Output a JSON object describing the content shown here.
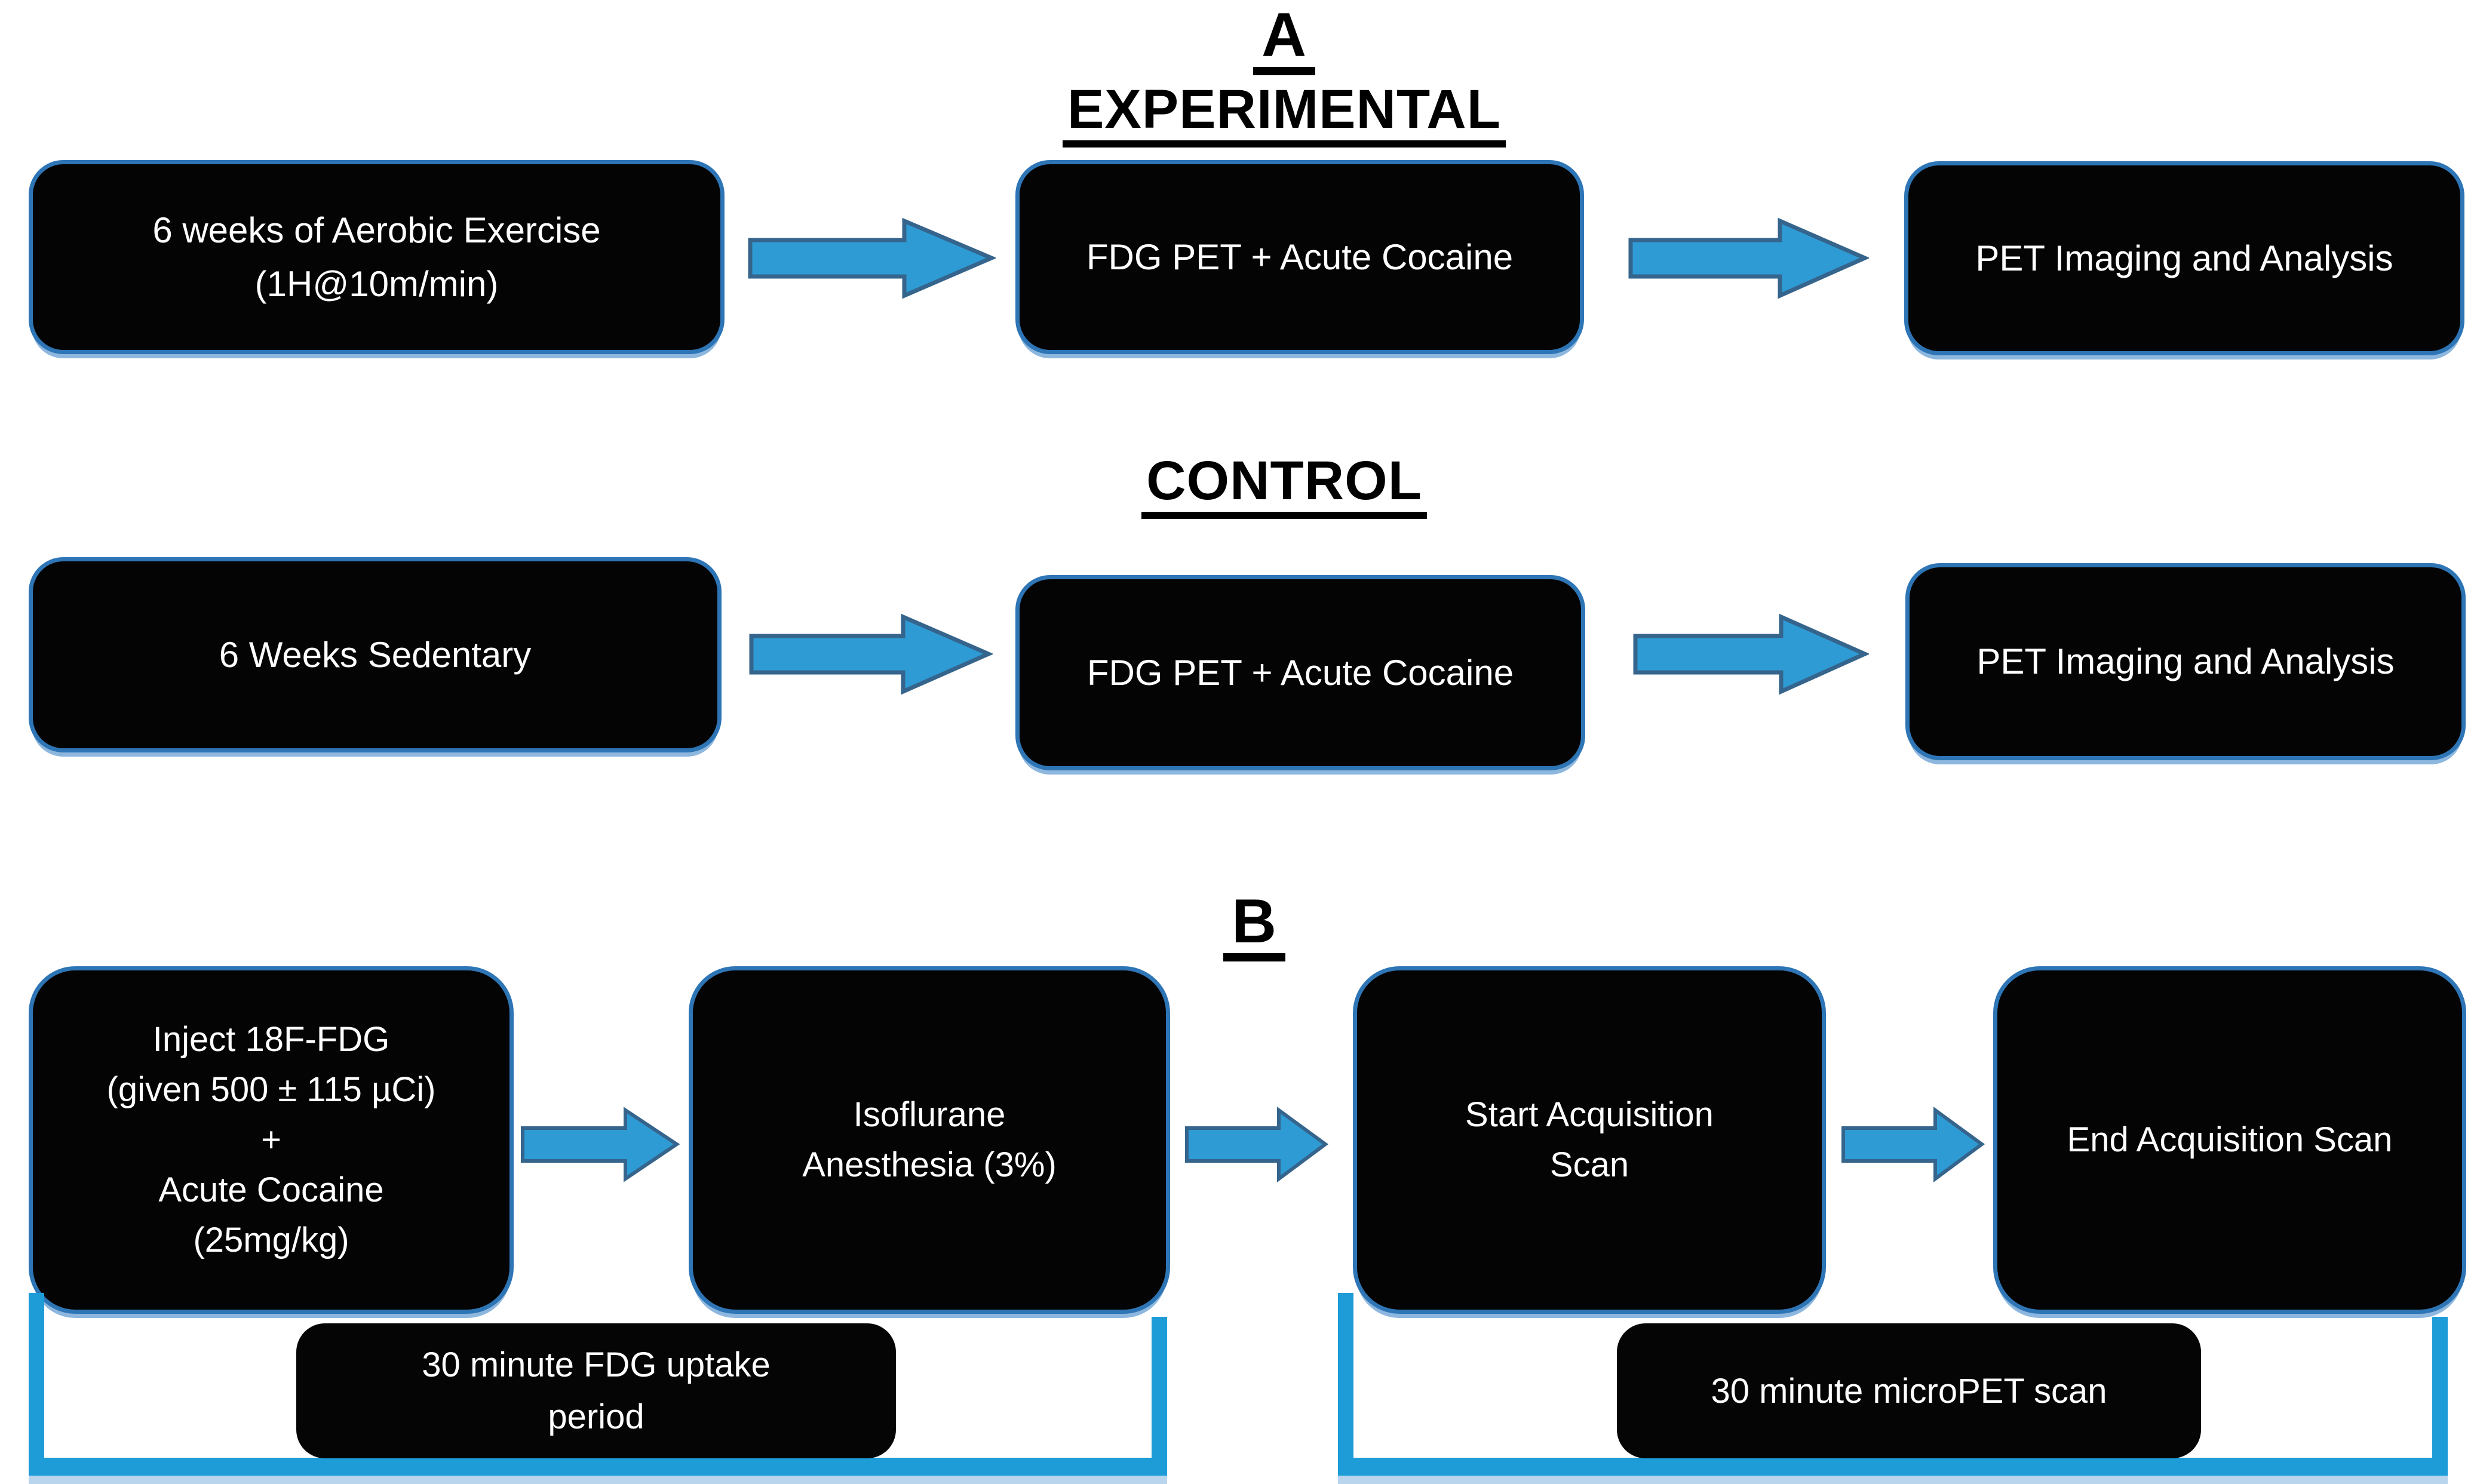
{
  "colors": {
    "box_fill": "#040404",
    "box_border": "#2E75B6",
    "arrow_fill": "#2E9BD5",
    "arrow_stroke": "#35648C",
    "bracket_blue": "#1E9CD8",
    "bracket_light_edge": "#B9D5EE",
    "box_text": "#FFFFFF",
    "title_text": "#000000"
  },
  "panel_a": {
    "label": "A",
    "groups": [
      {
        "title": "EXPERIMENTAL",
        "steps": [
          {
            "text": "6 weeks of Aerobic Exercise\n(1H@10m/min)"
          },
          {
            "text": "FDG PET + Acute Cocaine"
          },
          {
            "text": "PET Imaging and Analysis"
          }
        ]
      },
      {
        "title": "CONTROL",
        "steps": [
          {
            "text": "6 Weeks Sedentary"
          },
          {
            "text": "FDG PET + Acute Cocaine"
          },
          {
            "text": "PET Imaging and Analysis"
          }
        ]
      }
    ]
  },
  "panel_b": {
    "label": "B",
    "steps": [
      {
        "text": "Inject 18F-FDG\n(given 500 ± 115 µCi)\n+\nAcute Cocaine\n(25mg/kg)"
      },
      {
        "text": "Isoflurane\nAnesthesia (3%)"
      },
      {
        "text": "Start Acquisition\nScan"
      },
      {
        "text": "End Acquisition Scan"
      }
    ],
    "brackets": [
      {
        "label": "30 minute FDG uptake\nperiod"
      },
      {
        "label": "30 minute microPET scan"
      }
    ]
  }
}
